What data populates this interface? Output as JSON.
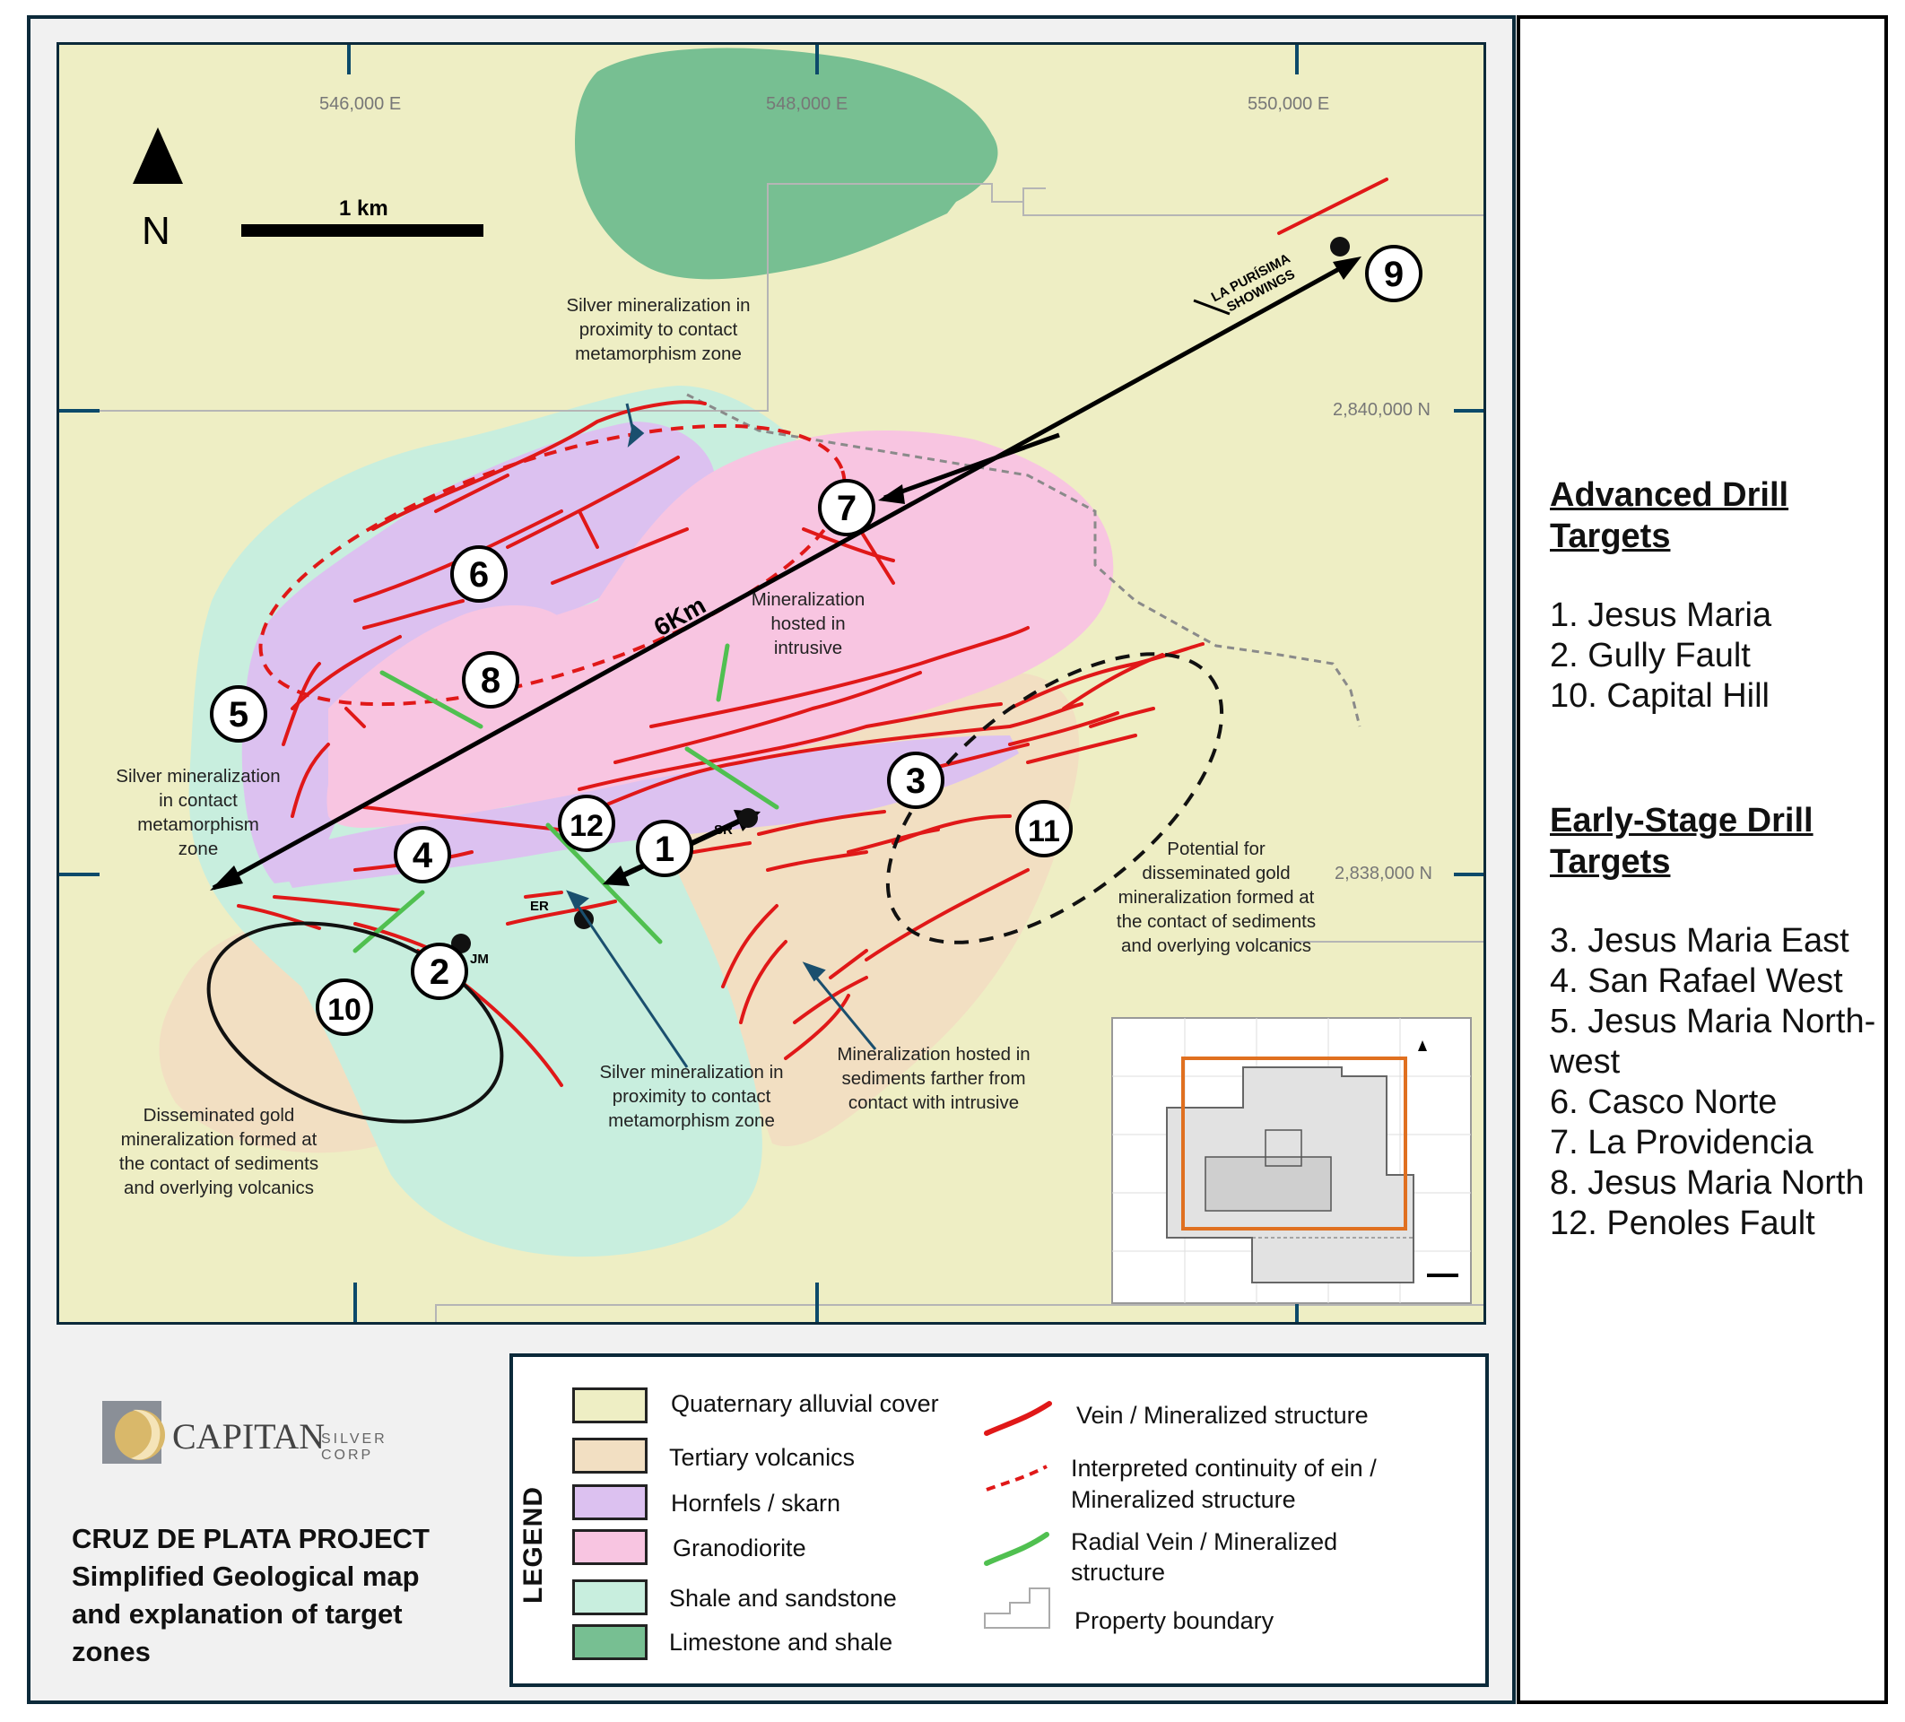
{
  "map": {
    "coords": {
      "e1": "546,000 E",
      "e2": "548,000 E",
      "e3": "550,000 E",
      "n1": "2,840,000 N",
      "n2": "2,838,000 N"
    },
    "north_label": "N",
    "scale_label": "1 km",
    "distance_label": "6Km",
    "showings_line1": "LA PURÍSIMA",
    "showings_line2": "SHOWINGS",
    "points": {
      "sr": "SR",
      "er": "ER",
      "jm": "JM"
    },
    "targets": [
      "1",
      "2",
      "3",
      "4",
      "5",
      "6",
      "7",
      "8",
      "9",
      "10",
      "11",
      "12"
    ],
    "annotations": {
      "a1": [
        "Silver mineralization in",
        "proximity to contact",
        "metamorphism zone"
      ],
      "a2": [
        "Mineralization",
        "hosted in",
        "intrusive"
      ],
      "a3": [
        "Silver mineralization",
        "in contact",
        "metamorphism",
        "zone"
      ],
      "a4": [
        "Potential for",
        "disseminated gold",
        "mineralization formed at",
        "the contact of sediments",
        "and overlying volcanics"
      ],
      "a5": [
        "Mineralization hosted in",
        "sediments farther from",
        "contact with intrusive"
      ],
      "a6": [
        "Silver mineralization in",
        "proximity to contact",
        "metamorphism zone"
      ],
      "a7": [
        "Disseminated gold",
        "mineralization formed at",
        "the contact of sediments",
        "and overlying volcanics"
      ]
    },
    "colors": {
      "alluvial": "#eeeec4",
      "volcanics": "#f2dfc2",
      "hornfels": "#dcc1f0",
      "granodiorite": "#f8c5e1",
      "shale": "#c8eede",
      "limestone": "#77bf92",
      "vein": "#e01818",
      "radial": "#50c050"
    }
  },
  "sidebar": {
    "advanced_heading": "Advanced Drill Targets",
    "advanced_items": [
      "1. Jesus Maria",
      "2. Gully Fault",
      "10. Capital Hill"
    ],
    "early_heading": "Early-Stage Drill Targets",
    "early_items": [
      "3. Jesus Maria East",
      "4. San Rafael West",
      "5. Jesus Maria North-",
      "west",
      "6. Casco Norte",
      "7. La Providencia",
      "8. Jesus Maria North",
      "12. Penoles Fault"
    ]
  },
  "legend": {
    "title": "LEGEND",
    "units": [
      "Quaternary alluvial cover",
      "Tertiary volcanics",
      "Hornfels / skarn",
      "Granodiorite",
      "Shale and sandstone",
      "Limestone and shale"
    ],
    "vein": "Vein / Mineralized structure",
    "interpreted": [
      "Interpreted continuity of ein /",
      "Mineralized structure"
    ],
    "radial": [
      "Radial Vein / Mineralized",
      "structure"
    ],
    "boundary": "Property boundary"
  },
  "brand": {
    "name": "CAPITAN",
    "suffix": "SILVER CORP"
  },
  "title": [
    "CRUZ DE PLATA PROJECT",
    "Simplified Geological map",
    "and explanation of target",
    "zones"
  ]
}
